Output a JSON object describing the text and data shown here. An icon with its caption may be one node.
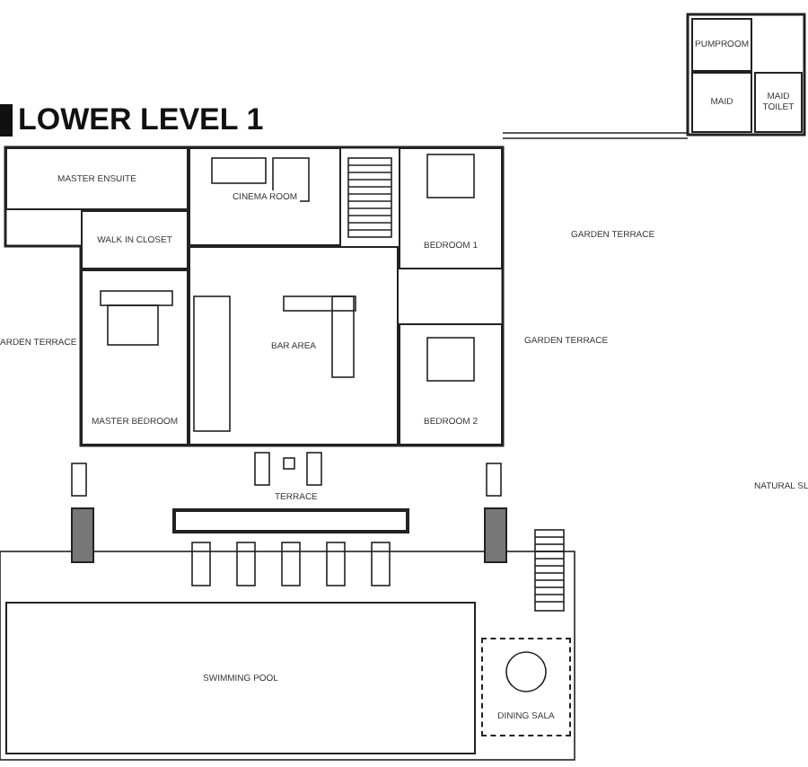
{
  "diagram": {
    "title": "LOWER LEVEL 1",
    "nodes": [
      {
        "text": [
          "PUMPROOM"
        ]
      },
      {
        "text": [
          "MAID"
        ]
      },
      {
        "text": [
          "MAID TOILET"
        ]
      },
      {
        "text": [
          "MASTER ENSUITE"
        ]
      },
      {
        "text": [
          "WALK IN CLOSET"
        ]
      },
      {
        "text": [
          "CINEMA ROOM"
        ]
      },
      {
        "text": [
          "BEDROOM 1"
        ]
      },
      {
        "text": [
          "MASTER BEDROOM"
        ]
      },
      {
        "text": [
          "BAR AREA"
        ]
      },
      {
        "text": [
          "BEDROOM 2"
        ]
      },
      {
        "text": [
          "SWIMMING POOL"
        ]
      },
      {
        "text": [
          "DINING SALA"
        ]
      }
    ],
    "edges": [],
    "labels": [
      "GARDEN TERRACE",
      "ARDEN TERRACE",
      "GARDEN TERRACE",
      "NATURAL SL",
      "TERRACE"
    ]
  }
}
